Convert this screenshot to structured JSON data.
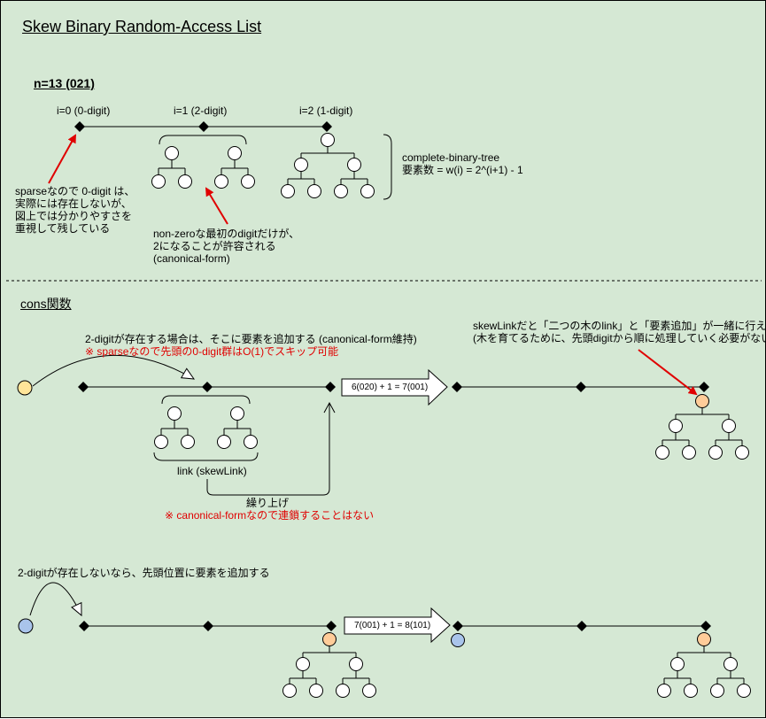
{
  "title": "Skew Binary Random-Access List",
  "section1": {
    "heading": "n=13 (021)",
    "digit_labels": [
      "i=0 (0-digit)",
      "i=1 (2-digit)",
      "i=2 (1-digit)"
    ],
    "tree_note_line1": "complete-binary-tree",
    "tree_note_line2": "要素数 = w(i) = 2^(i+1) - 1",
    "sparse_note": "sparseなので 0-digit は、\n実際には存在しないが、\n図上では分かりやすさを\n重視して残している",
    "canonical_note": "non-zeroな最初のdigitだけが、\n2になることが許容される\n(canonical-form)"
  },
  "section2": {
    "heading": "cons関数",
    "case1_line1": "2-digitが存在する場合は、そこに要素を追加する (canonical-form維持)",
    "case1_line2": "※ sparseなので先頭の0-digit群はO(1)でスキップ可能",
    "transition1": "6(020) + 1 = 7(001)",
    "skewlink_line1": "skewLinkだと「二つの木のlink」と「要素追加」が一緒に行える",
    "skewlink_line2": "(木を育てるために、先頭digitから順に処理していく必要がない)",
    "link_label": "link (skewLink)",
    "carry_label": "繰り上げ",
    "carry_note": "※ canonical-formなので連鎖することはない",
    "case2_line1": "2-digitが存在しないなら、先頭位置に要素を追加する",
    "transition2": "7(001) + 1 = 8(101)"
  },
  "colors": {
    "background": "#d5e8d4",
    "new_element_yellow": "#ffe599",
    "new_element_orange": "#ffcc99",
    "new_element_blue": "#a9c4eb",
    "annotation_red": "#e00000"
  }
}
